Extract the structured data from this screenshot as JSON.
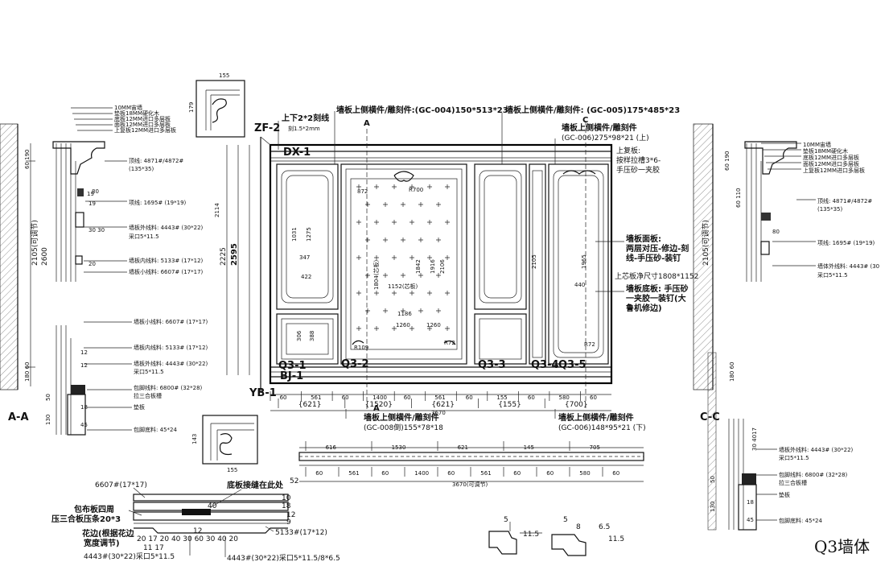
{
  "title": "Q3墙体",
  "sections": {
    "aa": "A-A",
    "cc": "C-C",
    "a_marker": "A",
    "c_marker": "C"
  },
  "panel_tags": [
    "Q3-1",
    "Q3-2",
    "Q3-3",
    "Q3-4",
    "Q3-5"
  ],
  "edge_tags": {
    "zf": "ZF-2",
    "dx": "DX-1",
    "bj": "BJ-1",
    "yb": "YB-1"
  },
  "top_notes": {
    "line": "上下2*2刻线",
    "depth": "刻1.5*2mm",
    "gc004": "墙板上侧横件/雕刻件:(GC-004)150*513*23",
    "gc005": "墙板上侧横件/雕刻件: (GC-005)175*485*23",
    "gc006_up_1": "墙板上侧横件/雕刻件",
    "gc006_up_2": "(GC-006)275*98*21 (上)"
  },
  "bottom_notes": {
    "gc008_1": "墙板上侧横件/雕刻件",
    "gc008_2": "(GC-008倒)155*78*18",
    "gc006_down_1": "墙板上侧横件/雕刻件",
    "gc006_down_2": "(GC-006)148*95*21 (下)"
  },
  "right_notes": [
    "上复板:",
    "按样拉槽3*6-",
    "手压砂一夹胶",
    "墙板面板:",
    "两层对压-修边-刻",
    "线-手压砂-装钉",
    "上芯板净尺寸1808*1152",
    "墙板底板: 手压砂",
    "一夹胶一装钉(大",
    "鲁机修边)"
  ],
  "left_layers": [
    "10MM宙墙",
    "垫板18MM硬化木",
    "底板12MM进口多层板",
    "面板12MM进口多层板",
    "上复板12MM进口多层板"
  ],
  "left_mouldings": [
    "顶线: 4871#/4872#",
    "(135*35)",
    "项线: 1695# (19*19)",
    "墙板外线料: 4443# (30*22)",
    "采口5*11.5",
    "墙板内线料: 5133# (17*12)",
    "墙板小线料: 6607# (17*17)"
  ],
  "left_lower": [
    "墙板小线料: 6607# (17*17)",
    "墙板内线料: 5133# (17*12)",
    "墙板外线料: 4443# (30*22)",
    "采口5*11.5",
    "包脚线料: 6800# (32*28)",
    "拉三合板槽",
    "垫板",
    "包脚底料: 45*24"
  ],
  "right_layers": [
    "10MM宙墙",
    "垫板18MM硬化木",
    "底板12MM进口多层板",
    "面板12MM进口多层板",
    "上复板12MM进口多层板"
  ],
  "right_mouldings": [
    "顶线: 4871#/4872#",
    "(135*35)",
    "项线: 1695# (19*19)",
    "墙体外线料: 4443# (30",
    "采口5*11.5"
  ],
  "right_lower": [
    "墙板外线料: 4443# (30*22)",
    "采口5*11.5",
    "包脚线料: 6800# (32*28)",
    "拉三合板槽",
    "垫板",
    "包脚底料: 45*24"
  ],
  "plan_notes": {
    "m6607": "6607#(17*17)",
    "seam": "底板接缝在此处",
    "wrap1": "包布板四周",
    "wrap2": "压三合板压条20*3",
    "m5133": "5133#(17*12)",
    "edge1": "花边(根据花边",
    "edge2": "宽度调节)",
    "m4443a": "4443#(30*22)采口5*11.5",
    "m4443b": "4443#(30*22)采口5*11.5/8*6.5"
  },
  "dims": {
    "bottom_row": [
      "60",
      "561",
      "60",
      "1400",
      "60",
      "561",
      "60",
      "155",
      "60",
      "580",
      "60"
    ],
    "bottom_boxed": [
      "621",
      "1520",
      "621",
      "155",
      "700"
    ],
    "total": "3670",
    "plan_top": [
      "616",
      "1530",
      "621",
      "145",
      "705"
    ],
    "plan_bottom": [
      "60",
      "561",
      "60",
      "1400",
      "60",
      "561",
      "60",
      "60",
      "580",
      "60"
    ],
    "plan_total": "3670(可调节)",
    "height_main": "2595",
    "height_2225": "2225",
    "height_2114": "2114",
    "height_side_left": "2105(可调节)",
    "height_side_right": "2105(可调节)",
    "side_2600": "2600",
    "inner_labels": [
      "1031",
      "1275",
      "1804(芯板)",
      "1842",
      "1916",
      "2106",
      "2105",
      "1965",
      "1152(芯板)",
      "1186",
      "1260",
      "1260",
      "440",
      "422",
      "347",
      "306",
      "388",
      "R109",
      "R72",
      "R72",
      "872",
      "R700"
    ]
  },
  "profile_dims": [
    "5",
    "11.5",
    "5",
    "8",
    "6.5",
    "11.5"
  ],
  "detail_dims": [
    "155",
    "179",
    "143",
    "155"
  ]
}
